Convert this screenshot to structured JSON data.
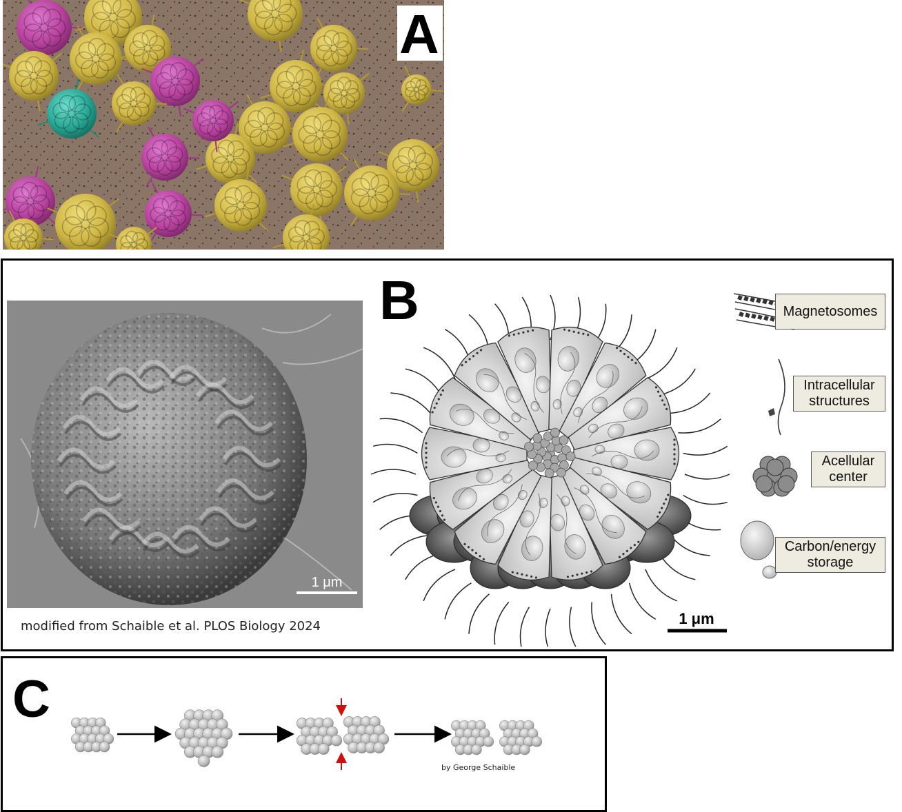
{
  "panel_a": {
    "letter": "A"
  },
  "panel_b": {
    "letter": "B",
    "sem_scalebar": "1 μm",
    "caption": "modified from Schaible et al. PLOS Biology 2024",
    "diagram_scalebar": "1 μm",
    "legend": [
      {
        "id": "magnetosomes",
        "label": "Magnetosomes"
      },
      {
        "id": "intracellular",
        "label": "Intracellular structures"
      },
      {
        "id": "acellular",
        "label": "Acellular center"
      },
      {
        "id": "carbon",
        "label": "Carbon/energy storage"
      }
    ]
  },
  "panel_c": {
    "letter": "C",
    "credit": "by George Schaible"
  },
  "colors": {
    "sem_background": "#8a7566",
    "yellow_cell": "#d6bf4f",
    "magenta_cell": "#c24fb3",
    "teal_cell": "#2eb3a3",
    "legend_fill": "#eeebe0",
    "division_arrow": "#d01010"
  }
}
